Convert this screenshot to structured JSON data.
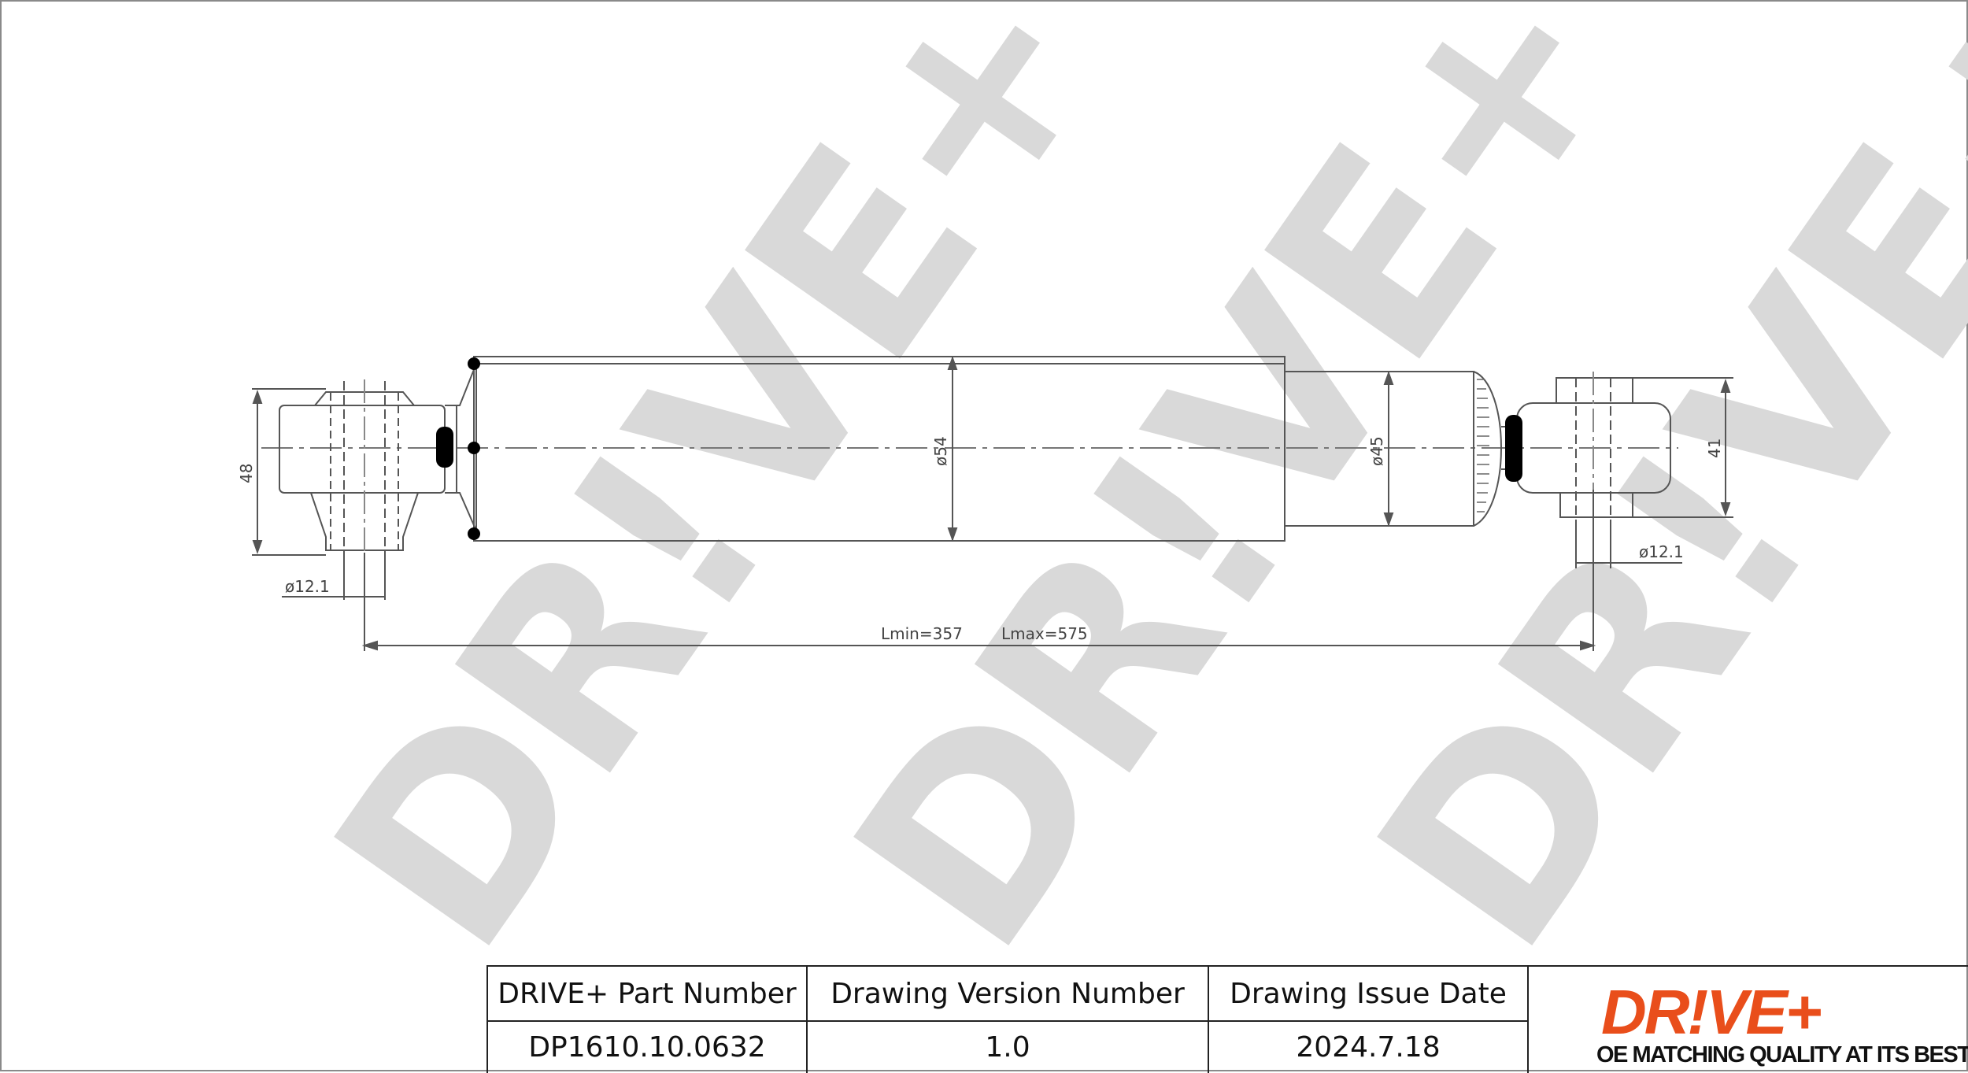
{
  "watermark": {
    "text": "DR!VE+",
    "color": "#d9d9d9"
  },
  "dimensions": {
    "eye_height_left": "48",
    "bore_left": "ø12.1",
    "body_diameter": "ø54",
    "rod_diameter": "ø45",
    "eye_height_right": "41",
    "bore_right": "ø12.1",
    "lmin": "Lmin=357",
    "lmax": "Lmax=575"
  },
  "title_block": {
    "part_number_label": "DRIVE+ Part Number",
    "part_number_value": "DP1610.10.0632",
    "version_label": "Drawing Version Number",
    "version_value": "1.0",
    "issue_date_label": "Drawing Issue Date",
    "issue_date_value": "2024.7.18"
  },
  "logo": {
    "text": "DR!VE+",
    "tagline": "OE MATCHING QUALITY AT ITS BEST",
    "color": "#e94e1b"
  }
}
